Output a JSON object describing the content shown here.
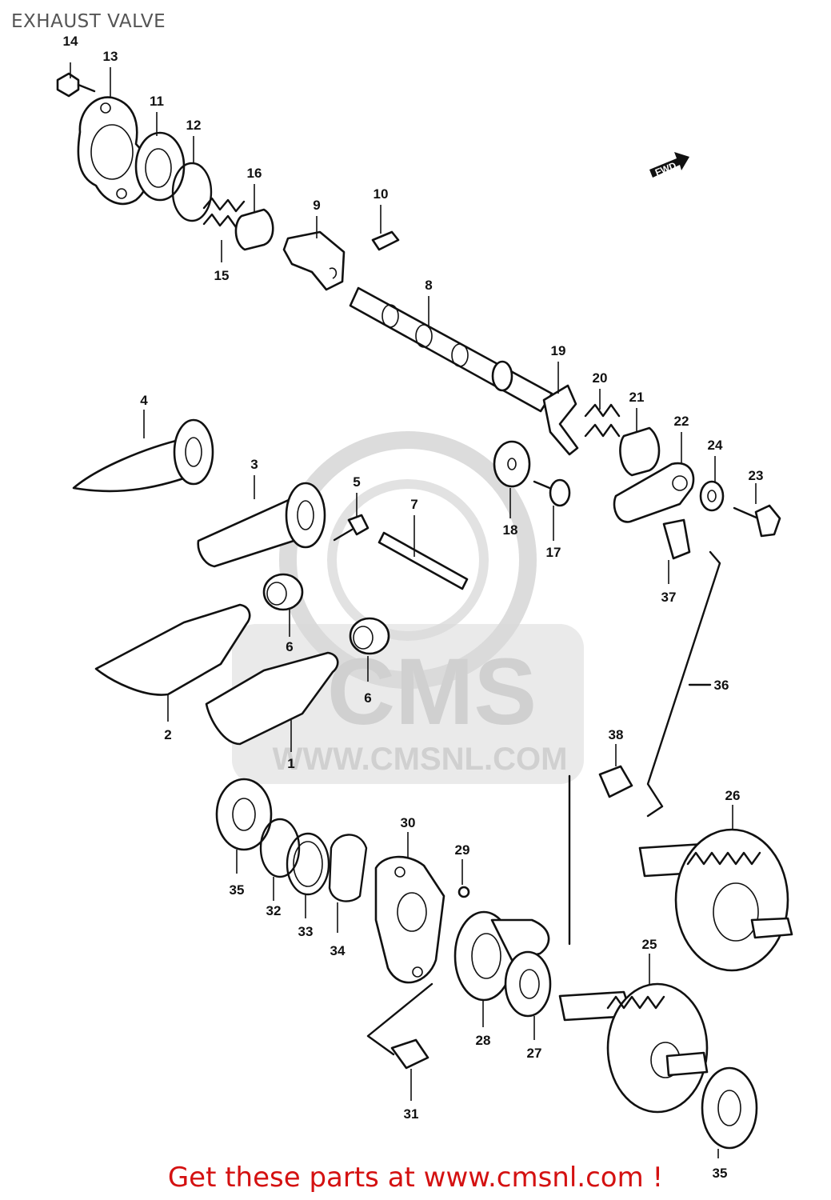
{
  "title": "EXHAUST VALVE",
  "watermark": {
    "brand": "CMS",
    "url": "WWW.CMSNL.COM"
  },
  "direction_marker": "FWD",
  "footer": "Get these parts at www.cmsnl.com !",
  "colors": {
    "footer": "#d41111",
    "lines": "#111111",
    "watermark": "#d8d8d8",
    "title": "#555555"
  },
  "part_labels": [
    "14",
    "13",
    "11",
    "12",
    "16",
    "10",
    "9",
    "15",
    "8",
    "19",
    "20",
    "21",
    "22",
    "4",
    "3",
    "5",
    "7",
    "24",
    "23",
    "18",
    "17",
    "37",
    "6",
    "6",
    "36",
    "2",
    "1",
    "38",
    "26",
    "30",
    "29",
    "35",
    "32",
    "33",
    "34",
    "25",
    "28",
    "27",
    "31",
    "35"
  ]
}
